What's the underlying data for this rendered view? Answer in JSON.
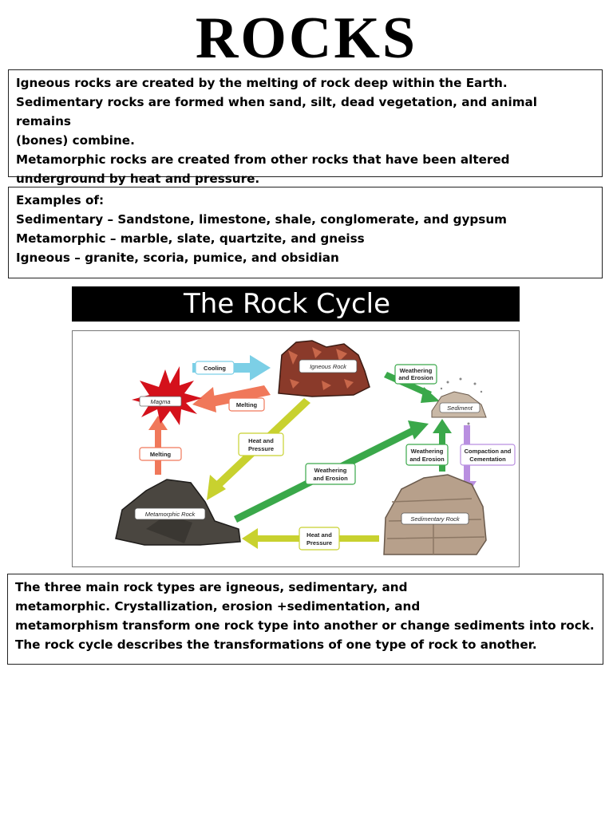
{
  "page": {
    "title": "ROCKS"
  },
  "definitions": {
    "lines": [
      "Igneous rocks are created by the melting of rock deep within the Earth.",
      "Sedimentary rocks are formed when sand, silt, dead vegetation, and animal remains",
      "(bones) combine.",
      "Metamorphic rocks are created from other rocks that have been altered",
      "underground by heat and pressure."
    ]
  },
  "examples": {
    "lines": [
      "Examples of:",
      "Sedimentary – Sandstone, limestone, shale, conglomerate, and gypsum",
      "Metamorphic – marble, slate, quartzite, and gneiss",
      "Igneous – granite, scoria, pumice, and obsidian"
    ]
  },
  "rock_cycle": {
    "banner": "The Rock Cycle",
    "nodes": {
      "igneous": "Igneous Rock",
      "magma": "Magma",
      "sediment": "Sediment",
      "metamorphic": "Metamorphic Rock",
      "sedimentary": "Sedimentary Rock"
    },
    "processes": {
      "cooling": "Cooling",
      "melting_top": "Melting",
      "melting_left": "Melting",
      "heat_pressure_diag": [
        "Heat and",
        "Pressure"
      ],
      "heat_pressure_bottom": [
        "Heat and",
        "Pressure"
      ],
      "weathering_top": [
        "Weathering",
        "and Erosion"
      ],
      "weathering_mid": [
        "Weathering",
        "and Erosion"
      ],
      "weathering_right": [
        "Weathering",
        "and Erosion"
      ],
      "compaction": [
        "Compaction and",
        "Cementation"
      ]
    },
    "colors": {
      "cooling": "#7ccfe6",
      "melting": "#f0785a",
      "heat_pressure": "#c8d12f",
      "weathering": "#3aa84a",
      "compaction": "#b98fe0",
      "magma": "#d4111b",
      "igneous": "#8a3a2a",
      "metamorphic": "#4a4640",
      "sedimentary": "#b7a08b"
    }
  },
  "summary": {
    "lines": [
      "The three main rock types are igneous, sedimentary, and",
      "metamorphic. Crystallization, erosion +sedimentation, and",
      "metamorphism transform one rock type into another or change sediments into rock.",
      "The rock cycle describes the transformations of one type of rock to another."
    ]
  }
}
